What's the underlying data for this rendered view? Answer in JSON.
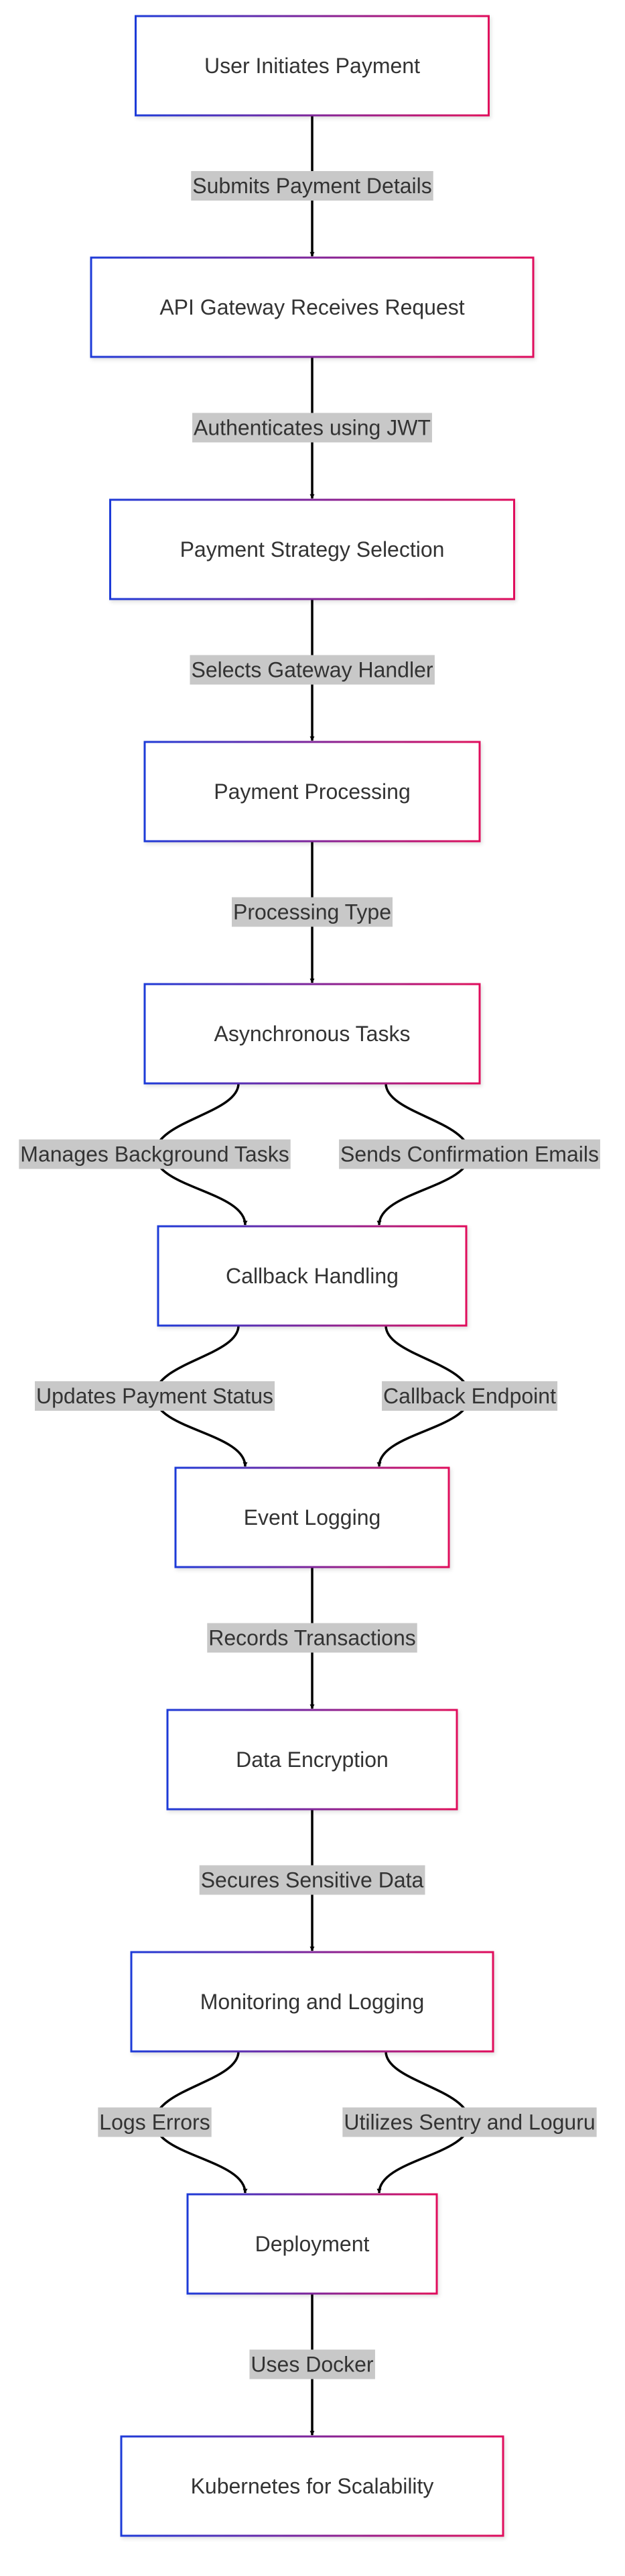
{
  "diagram": {
    "type": "flowchart",
    "direction": "top-to-bottom",
    "colors": {
      "node_border_start": "#1f3bd8",
      "node_border_end": "#e0105c",
      "node_fill": "#ffffff",
      "node_text": "#333333",
      "edge": "#000000",
      "edge_label_bg": "#c8c8c8"
    },
    "nodes": [
      {
        "id": "user-initiates-payment",
        "label": "User Initiates Payment"
      },
      {
        "id": "api-gateway-receives-request",
        "label": "API Gateway Receives Request"
      },
      {
        "id": "payment-strategy-selection",
        "label": "Payment Strategy Selection"
      },
      {
        "id": "payment-processing",
        "label": "Payment Processing"
      },
      {
        "id": "asynchronous-tasks",
        "label": "Asynchronous Tasks"
      },
      {
        "id": "callback-handling",
        "label": "Callback Handling"
      },
      {
        "id": "event-logging",
        "label": "Event Logging"
      },
      {
        "id": "data-encryption",
        "label": "Data Encryption"
      },
      {
        "id": "monitoring-and-logging",
        "label": "Monitoring and Logging"
      },
      {
        "id": "deployment",
        "label": "Deployment"
      },
      {
        "id": "kubernetes-for-scalability",
        "label": "Kubernetes for Scalability"
      }
    ],
    "edges": [
      {
        "from": "user-initiates-payment",
        "to": "api-gateway-receives-request",
        "label": "Submits Payment Details"
      },
      {
        "from": "api-gateway-receives-request",
        "to": "payment-strategy-selection",
        "label": "Authenticates using JWT"
      },
      {
        "from": "payment-strategy-selection",
        "to": "payment-processing",
        "label": "Selects Gateway Handler"
      },
      {
        "from": "payment-processing",
        "to": "asynchronous-tasks",
        "label": "Processing Type"
      },
      {
        "from": "asynchronous-tasks",
        "to": "callback-handling",
        "label": "Manages Background Tasks"
      },
      {
        "from": "asynchronous-tasks",
        "to": "callback-handling",
        "label": "Sends Confirmation Emails"
      },
      {
        "from": "callback-handling",
        "to": "event-logging",
        "label": "Updates Payment Status"
      },
      {
        "from": "callback-handling",
        "to": "event-logging",
        "label": "Callback Endpoint"
      },
      {
        "from": "event-logging",
        "to": "data-encryption",
        "label": "Records Transactions"
      },
      {
        "from": "data-encryption",
        "to": "monitoring-and-logging",
        "label": "Secures Sensitive Data"
      },
      {
        "from": "monitoring-and-logging",
        "to": "deployment",
        "label": "Logs Errors"
      },
      {
        "from": "monitoring-and-logging",
        "to": "deployment",
        "label": "Utilizes Sentry and Loguru"
      },
      {
        "from": "deployment",
        "to": "kubernetes-for-scalability",
        "label": "Uses Docker"
      }
    ]
  }
}
